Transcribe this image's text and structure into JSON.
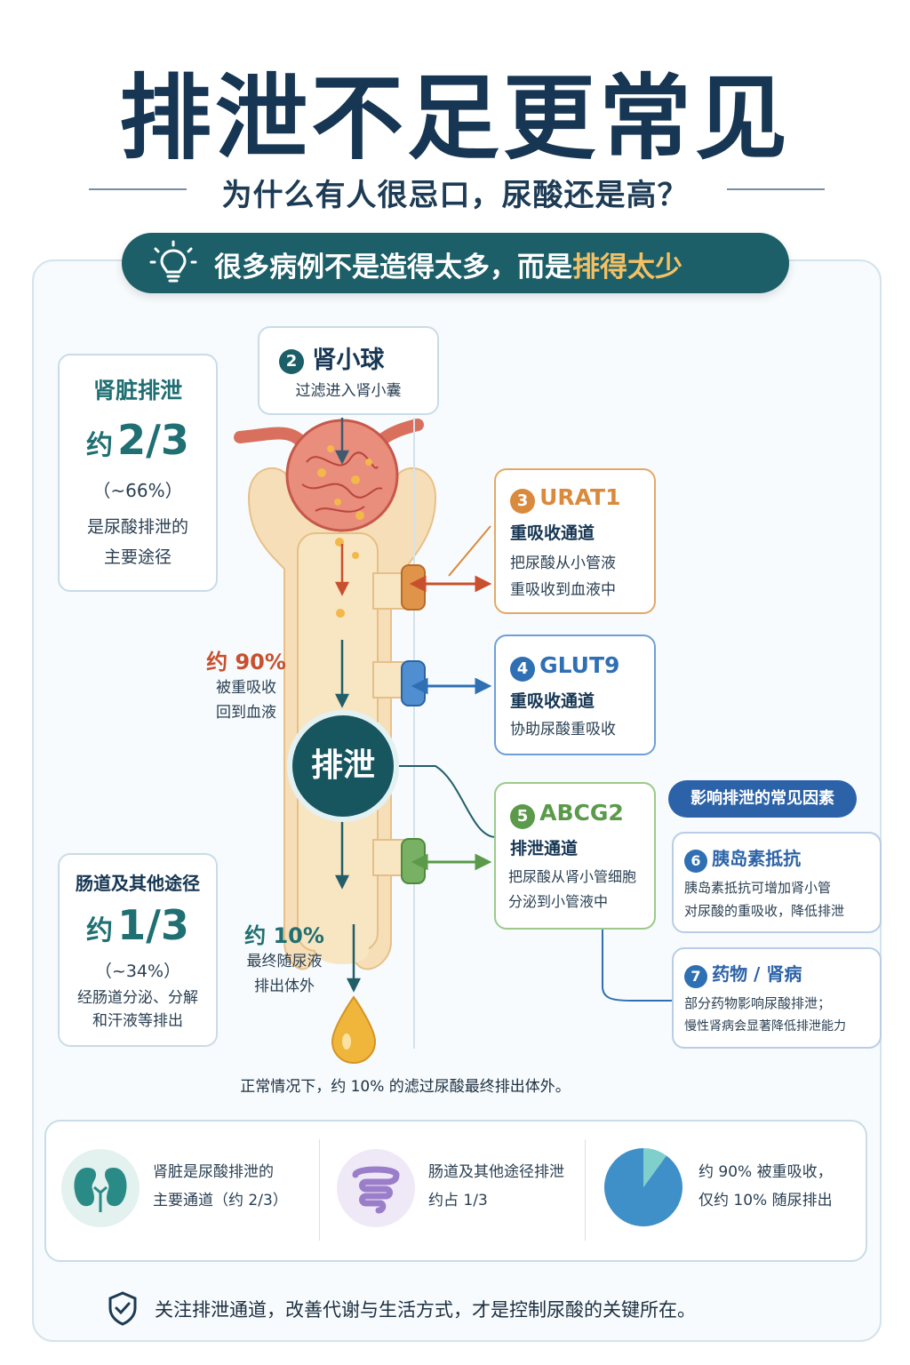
{
  "title": "排泄不足更常见",
  "subtitle": "为什么有人很忌口，尿酸还是高？",
  "banner": {
    "prefix": "很多病例不是造得太多，而是",
    "highlight": "排得太少"
  },
  "glomerulus": {
    "num": "2",
    "title": "肾小球",
    "desc": "过滤进入肾小囊"
  },
  "kidney_excretion": {
    "title": "肾脏排泄",
    "approx": "约",
    "value": "2/3",
    "pct": "（~66%）",
    "line1": "是尿酸排泄的",
    "line2": "主要途径"
  },
  "gut_excretion": {
    "title": "肠道及其他途径",
    "approx": "约",
    "value": "1/3",
    "pct": "（~34%）",
    "line1": "经肠道分泌、分解",
    "line2": "和汗液等排出"
  },
  "reabsorb": {
    "value": "约 90%",
    "line1": "被重吸收",
    "line2": "回到血液"
  },
  "final": {
    "value": "约 10%",
    "line1": "最终随尿液",
    "line2": "排出体外"
  },
  "hub_label": "排泄",
  "urat1": {
    "num": "3",
    "title": "URAT1",
    "subtitle": "重吸收通道",
    "line1": "把尿酸从小管液",
    "line2": "重吸收到血液中"
  },
  "glut9": {
    "num": "4",
    "title": "GLUT9",
    "subtitle": "重吸收通道",
    "line1": "协助尿酸重吸收"
  },
  "abcg2": {
    "num": "5",
    "title": "ABCG2",
    "subtitle": "排泄通道",
    "line1": "把尿酸从肾小管细胞",
    "line2": "分泌到小管液中"
  },
  "factors_label": "影响排泄的常见因素",
  "insulin": {
    "num": "6",
    "title": "胰岛素抵抗",
    "line1": "胰岛素抵抗可增加肾小管",
    "line2": "对尿酸的重吸收，降低排泄"
  },
  "drugs": {
    "num": "7",
    "title": "药物 / 肾病",
    "line1": "部分药物影响尿酸排泄；",
    "line2": "慢性肾病会显著降低排泄能力"
  },
  "normal_note": "正常情况下，约 10% 的滤过尿酸最终排出体外。",
  "summary": [
    {
      "line1": "肾脏是尿酸排泄的",
      "line2": "主要通道（约 2/3）"
    },
    {
      "line1": "肠道及其他途径排泄",
      "line2": "约占 1/3"
    },
    {
      "line1": "约 90% 被重吸收，",
      "line2": "仅约 10% 随尿排出"
    }
  ],
  "pie": {
    "reabsorbed_percent": 90,
    "excreted_percent": 10,
    "reabsorbed_color": "#3f8fc8",
    "excreted_color": "#7fd0cc"
  },
  "footer": "关注排泄通道，改善代谢与生活方式，才是控制尿酸的关键所在。",
  "colors": {
    "teal": "#1c5f68",
    "urat1": "#d98a3c",
    "glut9": "#2f6fb3",
    "abcg2": "#5a9a4a",
    "reabsorb_red": "#c8502e"
  }
}
